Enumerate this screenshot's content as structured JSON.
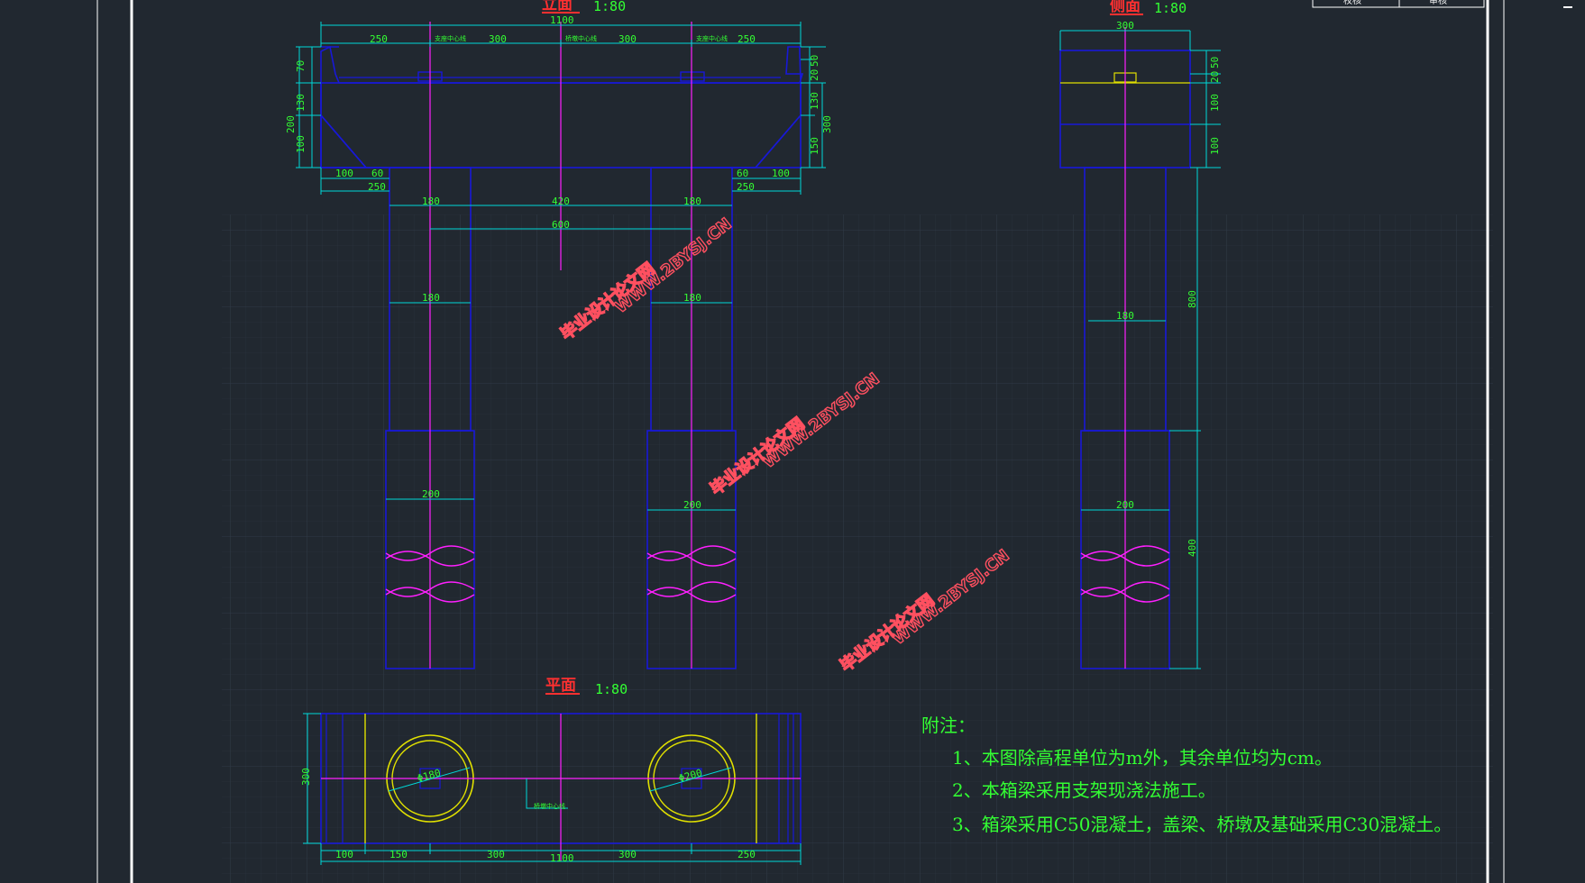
{
  "title_block": {
    "cell_1": "校核",
    "cell_2": "审核"
  },
  "views": {
    "front": {
      "title": "立面",
      "scale": "1:80",
      "dims": {
        "total_width": "1100",
        "seg_left": "250",
        "seg_mid_left": "300",
        "seg_mid_right": "300",
        "seg_right": "250",
        "h_top_left": "70",
        "h_mid_left": "130",
        "h_bot_left": "100",
        "h_total_left": "200",
        "h_top_right_a": "20",
        "h_top_right_b": "50",
        "h_mid_right": "130",
        "h_bot_right": "150",
        "h_total_right": "300",
        "bottom_left_a": "100",
        "bottom_left_b": "60",
        "bottom_right_a": "60",
        "bottom_right_b": "100",
        "bottom_left_total": "250",
        "bottom_right_total": "250",
        "col_width_left": "180",
        "col_gap": "420",
        "col_width_right": "180",
        "col_centers": "600",
        "col_inner_left": "180",
        "col_inner_right": "180",
        "pile_left": "200",
        "pile_right": "200"
      },
      "labels": {
        "bearing_l": "支座中心线",
        "center": "桥墩中心线",
        "bearing_r": "支座中心线"
      }
    },
    "side": {
      "title": "侧面",
      "scale": "1:80",
      "dims": {
        "width": "300",
        "h1": "20",
        "h2": "50",
        "h3": "100",
        "h4": "100",
        "col": "180",
        "pile": "200",
        "col_height": "800",
        "pile_height": "400"
      }
    },
    "plan": {
      "title": "平面",
      "scale": "1:80",
      "dims": {
        "b1": "100",
        "b2": "150",
        "b3": "300",
        "b4": "300",
        "b5": "250",
        "total": "1100",
        "depth": "300",
        "d_left": "Φ180",
        "d_right": "Φ200"
      },
      "labels": {
        "center": "桥墩中心线"
      }
    }
  },
  "notes": {
    "heading": "附注：",
    "items": [
      "1、本图除高程单位为m外，其余单位均为cm。",
      "2、本箱梁采用支架现浇法施工。",
      "3、箱梁采用C50混凝土，盖梁、桥墩及基础采用C30混凝土。"
    ]
  },
  "watermark": {
    "cn": "毕业设计论文网",
    "url": "WWW.2BYSJ.CN"
  },
  "colors": {
    "background": "#212830",
    "outline": "#1818d8",
    "dimension": "#00d8d8",
    "center_line": "#ff20ff",
    "text": "#33ff33",
    "title": "#ff3030",
    "circle": "#e0e000",
    "frame": "#ffffff"
  }
}
